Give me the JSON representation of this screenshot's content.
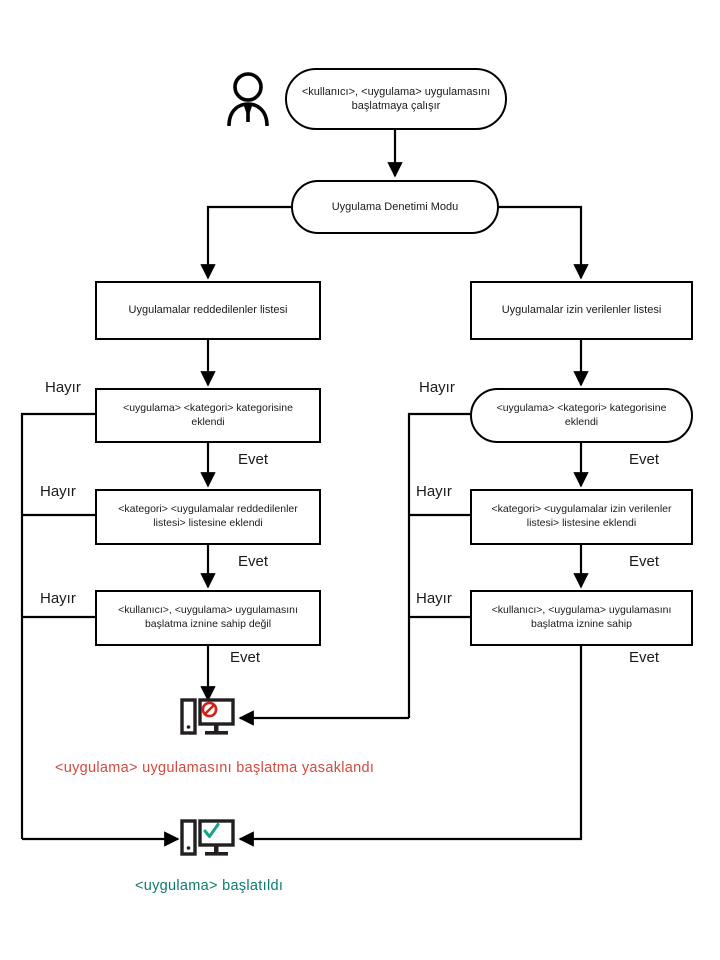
{
  "diagram": {
    "title": "Uygulama Denetimi akis semasi",
    "actor": {
      "icon": "user-person-icon"
    },
    "nodes": {
      "start": {
        "id": "start-event",
        "shape": "stadium",
        "text_lines": [
          "<kullanıcı>,  <uygulama> uygulamasını",
          "başlatmaya çalışır"
        ]
      },
      "mode": {
        "id": "application-control-mode",
        "shape": "stadium",
        "text_lines": [
          "Uygulama Denetimi Modu"
        ]
      },
      "denylist": {
        "id": "denied-applications-list",
        "shape": "rect",
        "text_lines": [
          "Uygulamalar reddedilenler listesi"
        ]
      },
      "allowlist": {
        "id": "allowed-applications-list",
        "shape": "rect",
        "text_lines": [
          "Uygulamalar izin verilenler listesi"
        ]
      },
      "deny_category": {
        "id": "denied-category-check",
        "shape": "rect",
        "text_lines": [
          "<uygulama> <kategori> kategorisine",
          "eklendi"
        ]
      },
      "allow_category": {
        "id": "allowed-category-check",
        "shape": "stadium",
        "text_lines": [
          "<uygulama> <kategori> kategorisine",
          "eklendi"
        ]
      },
      "deny_list_added": {
        "id": "denied-list-added-check",
        "shape": "rect",
        "text_lines": [
          "<kategori> <uygulamalar reddedilenler",
          "listesi> listesine eklendi"
        ]
      },
      "allow_list_added": {
        "id": "allowed-list-added-check",
        "shape": "rect",
        "text_lines": [
          "<kategori> <uygulamalar izin verilenler",
          "listesi> listesine eklendi"
        ]
      },
      "deny_permission": {
        "id": "no-start-permission-check",
        "shape": "rect",
        "text_lines": [
          "<kullanıcı>,  <uygulama> uygulamasını",
          "başlatma iznine sahip değil"
        ]
      },
      "allow_permission": {
        "id": "has-start-permission-check",
        "shape": "rect",
        "text_lines": [
          "<kullanıcı>,  <uygulama> uygulamasını",
          "başlatma iznine sahip"
        ]
      }
    },
    "edge_labels": {
      "no": "Hayır",
      "yes": "Evet"
    },
    "edges": [
      {
        "from": "start",
        "to": "mode",
        "label": ""
      },
      {
        "from": "mode",
        "to": "denylist",
        "label": ""
      },
      {
        "from": "mode",
        "to": "allowlist",
        "label": ""
      },
      {
        "from": "denylist",
        "to": "deny_category",
        "label": ""
      },
      {
        "from": "allowlist",
        "to": "allow_category",
        "label": ""
      },
      {
        "from": "deny_category",
        "to": "deny_list_added",
        "label": "Evet"
      },
      {
        "from": "deny_category",
        "to": "app-started",
        "label": "Hayır"
      },
      {
        "from": "deny_list_added",
        "to": "deny_permission",
        "label": "Evet"
      },
      {
        "from": "deny_list_added",
        "to": "app-started",
        "label": "Hayır"
      },
      {
        "from": "deny_permission",
        "to": "app-blocked",
        "label": "Evet"
      },
      {
        "from": "deny_permission",
        "to": "app-started",
        "label": "Hayır"
      },
      {
        "from": "allow_category",
        "to": "allow_list_added",
        "label": "Evet"
      },
      {
        "from": "allow_category",
        "to": "app-blocked",
        "label": "Hayır"
      },
      {
        "from": "allow_list_added",
        "to": "allow_permission",
        "label": "Evet"
      },
      {
        "from": "allow_list_added",
        "to": "app-blocked",
        "label": "Hayır"
      },
      {
        "from": "allow_permission",
        "to": "app-started",
        "label": "Evet"
      },
      {
        "from": "allow_permission",
        "to": "app-blocked",
        "label": "Hayır"
      }
    ],
    "terminals": {
      "blocked": {
        "icon": "computer-blocked-icon",
        "label": "<uygulama>  uygulamasını  başlatma yasaklandı",
        "color": "#d4493f"
      },
      "started": {
        "icon": "computer-allowed-icon",
        "label": "<uygulama>  başlatıldı",
        "color": "#0c7a6b"
      }
    },
    "colors": {
      "line": "#000000",
      "text": "#1a1a1a",
      "denied": "#d4493f",
      "allowed": "#0c7a6b",
      "icon_dark": "#231f20",
      "background": "#ffffff"
    }
  }
}
